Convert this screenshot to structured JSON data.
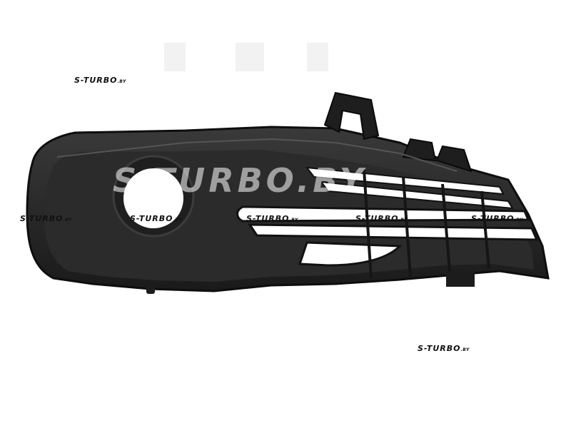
{
  "watermark": {
    "brand": "S-TURBO",
    "domain": ".BY",
    "big_text": "S-TURBO.BY"
  },
  "colors": {
    "background": "#ffffff",
    "part_main": "#2a2a2a",
    "part_dark": "#111111",
    "part_highlight": "#5a5a5a",
    "watermark_text": "#111111"
  }
}
